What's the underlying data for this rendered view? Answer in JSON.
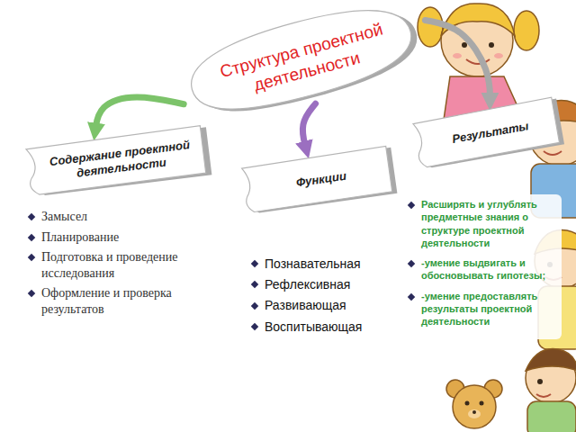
{
  "diagram": {
    "nodes": [
      {
        "text": [
          "Структура проектной деятельности"
        ]
      },
      {
        "text": [
          "Содержание проектной деятельности"
        ]
      },
      {
        "text": [
          "Функции"
        ]
      },
      {
        "text": [
          "Результаты"
        ]
      }
    ],
    "edges": [
      {
        "from": 0,
        "to": 1,
        "arrow": "to"
      },
      {
        "from": 0,
        "to": 2,
        "arrow": "to"
      },
      {
        "from": 0,
        "to": 3,
        "arrow": "to"
      }
    ],
    "labels": [
      "Замысел",
      "Планирование",
      "Подготовка и проведение исследования",
      "Оформление и проверка результатов",
      "Познавательная",
      "Рефлексивная",
      "Развивающая",
      "Воспитывающая",
      "Расширять и углублять предметные знания о структуре проектной деятельности",
      "-умение выдвигать и обосновывать гипотезы;",
      "-умение предоставлять результаты проектной деятельности"
    ]
  }
}
